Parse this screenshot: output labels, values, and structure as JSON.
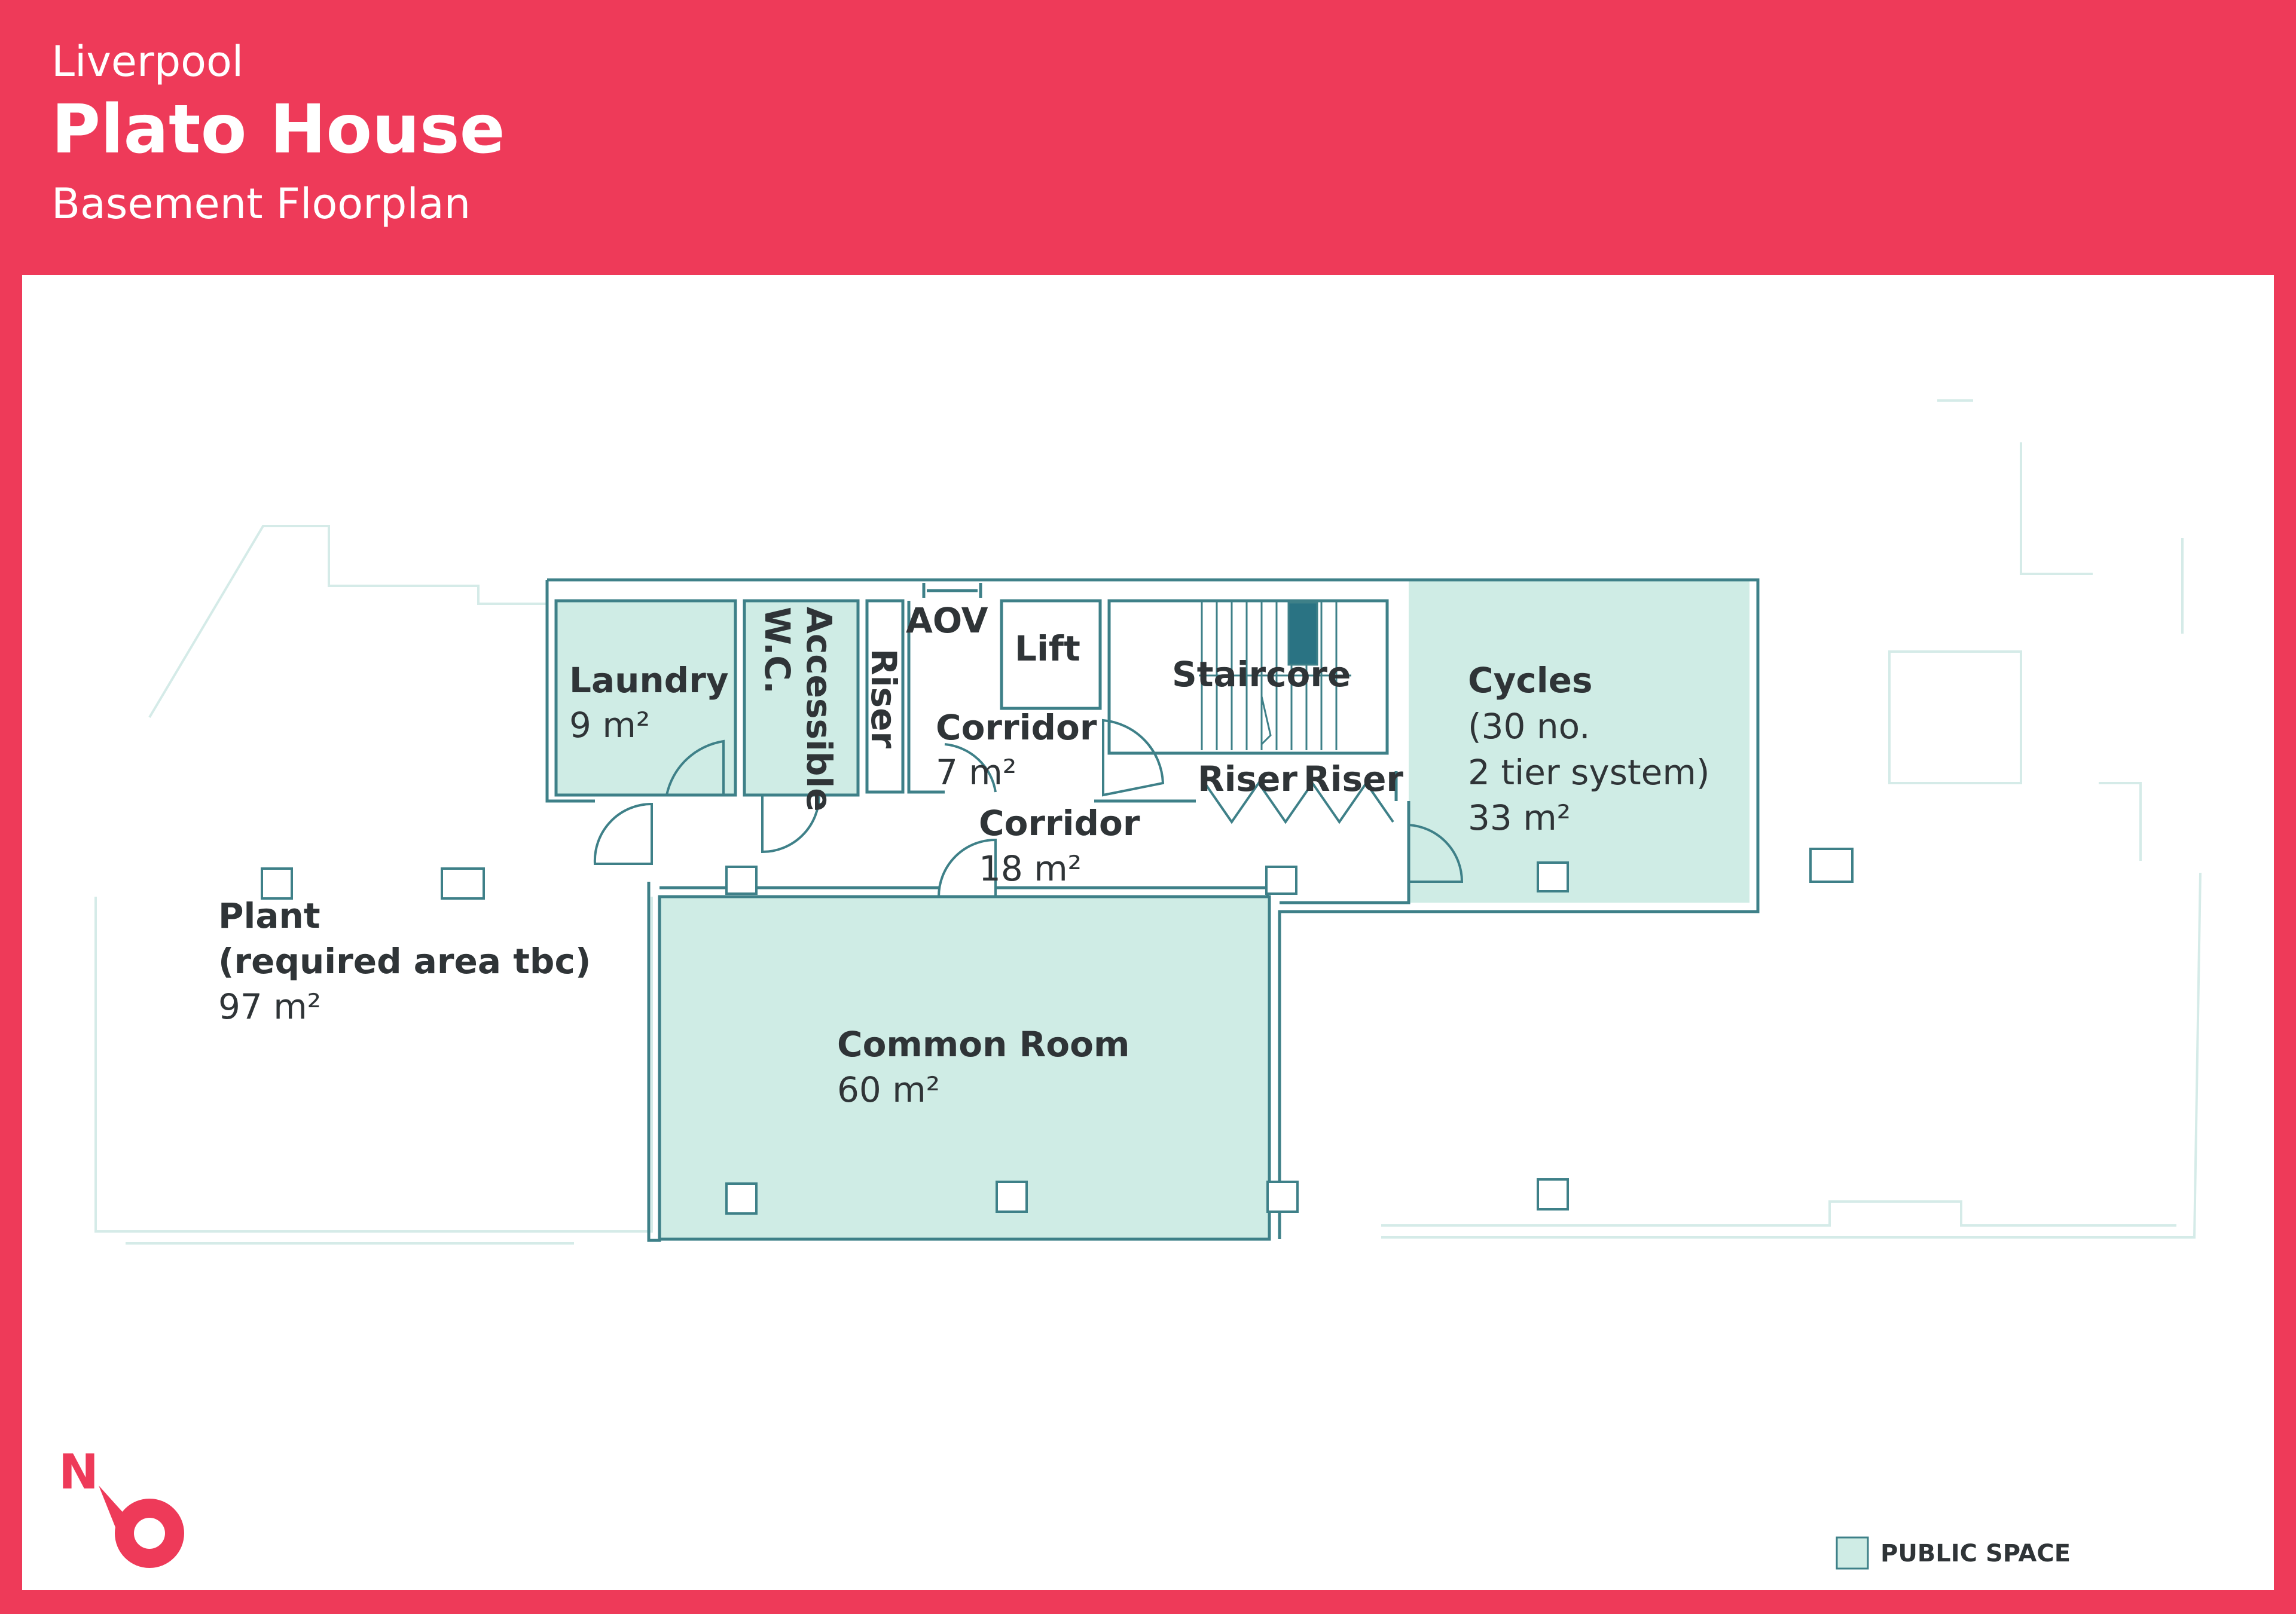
{
  "header": {
    "city": "Liverpool",
    "title": "Plato House",
    "subtitle": "Basement Floorplan"
  },
  "colors": {
    "brand": "#EE3A59",
    "public_space": "#CFECE5",
    "wall": "#3E8088",
    "stair_accent": "#2A7383",
    "text": "#2F3437"
  },
  "rooms": {
    "laundry": {
      "name": "Laundry",
      "area": "9 m²"
    },
    "accessible_wc": {
      "name_line1": "Accessible",
      "name_line2": "W.C."
    },
    "riser_left": {
      "name": "Riser"
    },
    "aov": {
      "name": "AOV"
    },
    "lift": {
      "name": "Lift"
    },
    "staircore": {
      "name": "Staircore"
    },
    "corridor_small": {
      "name": "Corridor",
      "area": "7 m²"
    },
    "corridor_main": {
      "name": "Corridor",
      "area": "18 m²"
    },
    "riser_mid": {
      "name": "Riser"
    },
    "riser_right": {
      "name": "Riser"
    },
    "cycles": {
      "name": "Cycles",
      "detail_line1": "(30 no.",
      "detail_line2": "2 tier system)",
      "area": "33 m²"
    },
    "plant": {
      "name": "Plant",
      "detail": "(required area tbc)",
      "area": "97 m²"
    },
    "common_room": {
      "name": "Common Room",
      "area": "60 m²"
    }
  },
  "north": {
    "label": "N"
  },
  "legend": {
    "public_space_label": "PUBLIC SPACE"
  }
}
